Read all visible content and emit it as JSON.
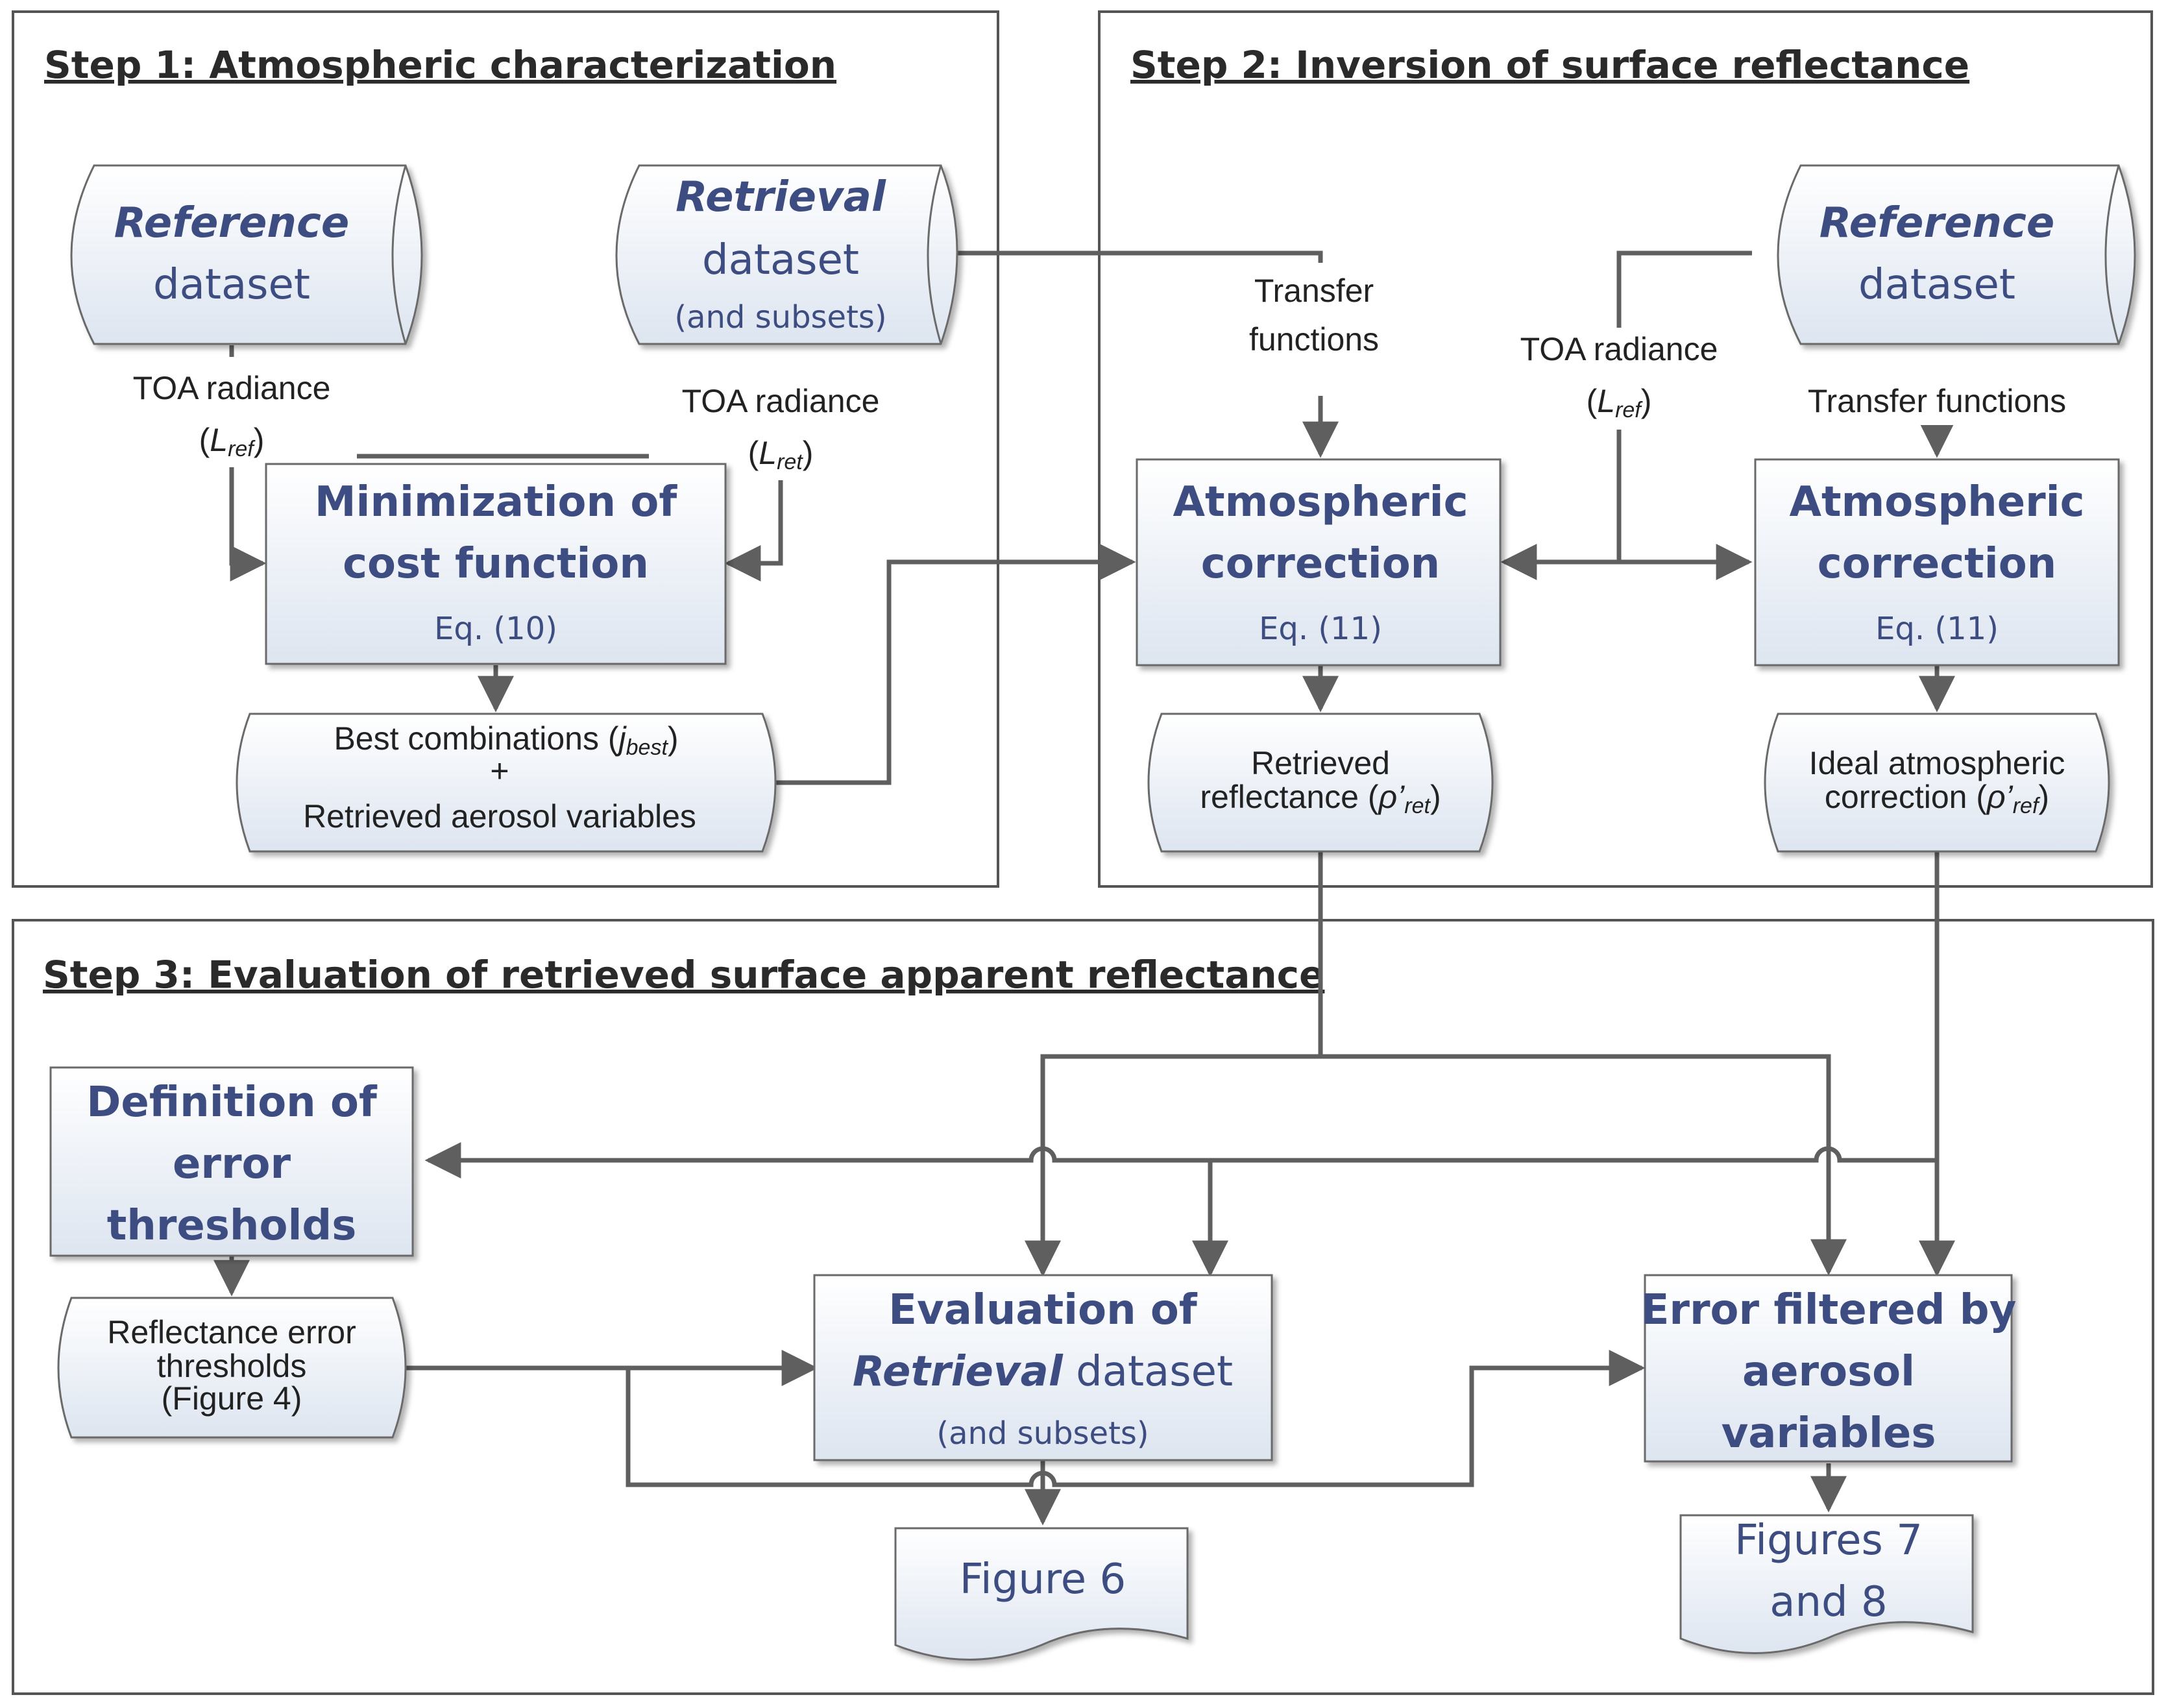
{
  "steps": {
    "step1": "Step 1: Atmospheric characterization",
    "step2": "Step 2: Inversion of surface reflectance",
    "step3": "Step 3: Evaluation of retrieved surface apparent reflectance"
  },
  "step1": {
    "reference": {
      "line1": "Reference",
      "line2": "dataset"
    },
    "retrieval": {
      "line1": "Retrieval",
      "line2": "dataset",
      "line3": "(and subsets)"
    },
    "toa_ref": {
      "line1": "TOA radiance",
      "open": "(",
      "var": "L",
      "sub": "ref",
      "close": ")"
    },
    "toa_ret": {
      "line1": "TOA radiance",
      "open": "(",
      "var": "L",
      "sub": "ret",
      "close": ")"
    },
    "minimization": {
      "line1": "Minimization of",
      "line2": "cost function",
      "eq": "Eq. (10)"
    },
    "best": {
      "line1_pre": "Best combinations (",
      "line1_var": "j",
      "line1_sub": "best",
      "line1_close": ")",
      "plus": "+",
      "line3": "Retrieved aerosol variables"
    }
  },
  "step2": {
    "transfer_left": {
      "line1": "Transfer",
      "line2": "functions"
    },
    "toa_ref": {
      "line1": "TOA radiance",
      "open": "(",
      "var": "L",
      "sub": "ref",
      "close": ")"
    },
    "reference": {
      "line1": "Reference",
      "line2": "dataset"
    },
    "transfer_right": "Transfer functions",
    "ac_left": {
      "line1": "Atmospheric",
      "line2": "correction",
      "eq": "Eq. (11)"
    },
    "ac_right": {
      "line1": "Atmospheric",
      "line2": "correction",
      "eq": "Eq. (11)"
    },
    "retrieved_refl": {
      "line1": "Retrieved",
      "line2_pre": "reflectance (",
      "var": "ρ’",
      "sub": "ret",
      "close": ")"
    },
    "ideal_ac": {
      "line1": "Ideal atmospheric",
      "line2_pre": "correction (",
      "var": "ρ’",
      "sub": "ref",
      "close": ")"
    }
  },
  "step3": {
    "definition": {
      "line1": "Definition of",
      "line2": "error",
      "line3": "thresholds"
    },
    "thresholds_doc": {
      "line1": "Reflectance error",
      "line2": "thresholds",
      "line3": "(Figure 4)"
    },
    "evaluation": {
      "line1": "Evaluation of",
      "line2_it": "Retrieval",
      "line2_rest": " dataset",
      "line3": "(and subsets)"
    },
    "error_filtered": {
      "line1": "Error filtered by",
      "line2": "aerosol",
      "line3": "variables"
    },
    "figure6": "Figure 6",
    "figures78": {
      "line1": "Figures 7",
      "line2": "and 8"
    }
  },
  "colors": {
    "accent": "#3d4d82",
    "lines": "#5f5f5f",
    "box_top": "#ffffff",
    "box_bottom": "#dfe6f1"
  }
}
